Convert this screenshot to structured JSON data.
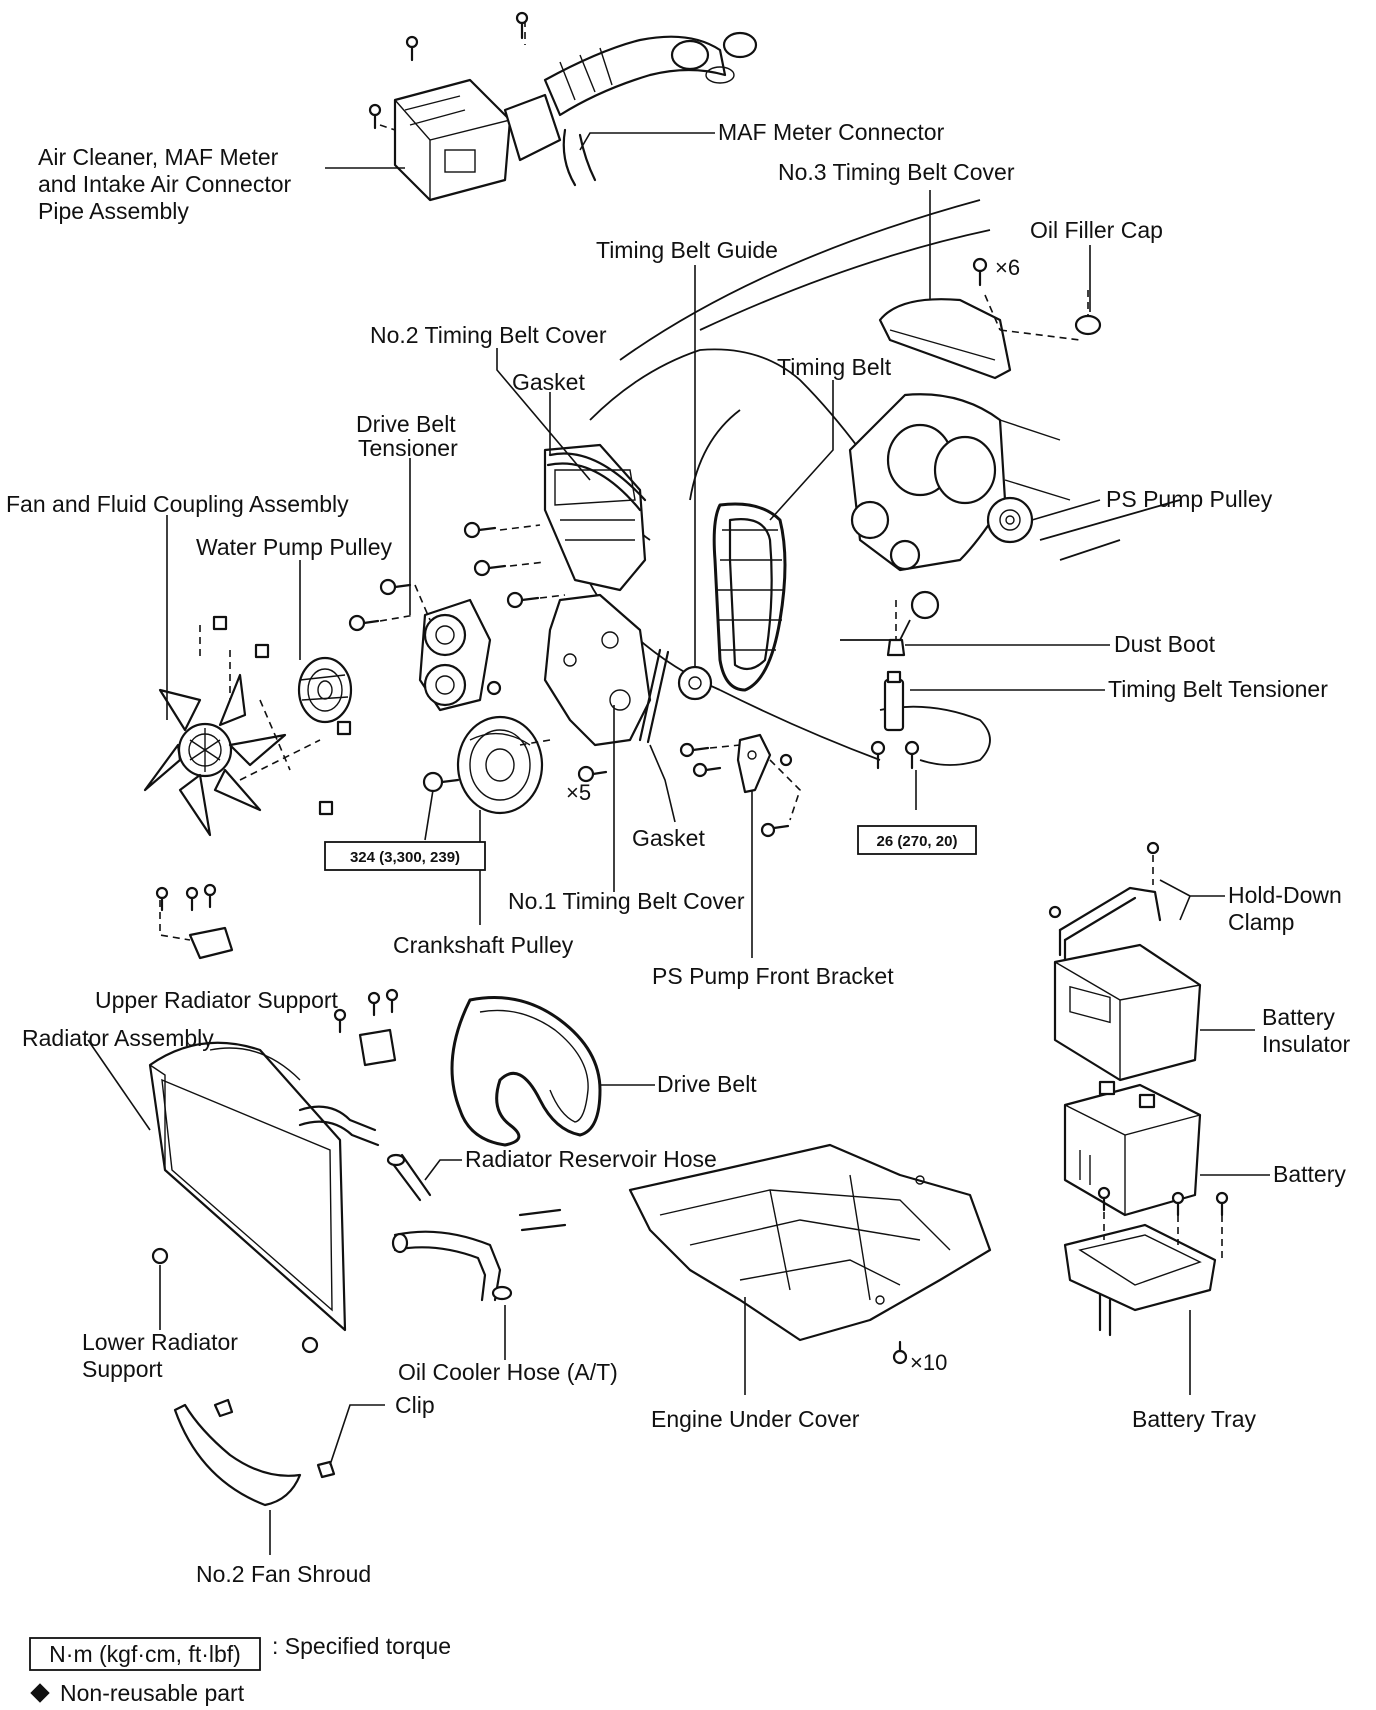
{
  "labels": {
    "air_cleaner": [
      "Air Cleaner, MAF Meter",
      "and Intake Air Connector",
      "Pipe Assembly"
    ],
    "maf_connector": "MAF Meter Connector",
    "timing_cover_3": "No.3 Timing Belt Cover",
    "oil_filler_cap": "Oil Filler Cap",
    "timing_belt_guide": "Timing Belt Guide",
    "timing_cover_2": "No.2 Timing Belt Cover",
    "gasket_upper": "Gasket",
    "timing_belt": "Timing Belt",
    "drive_belt_tensioner": [
      "Drive Belt",
      "Tensioner"
    ],
    "fan_coupling": "Fan and Fluid Coupling Assembly",
    "water_pump_pulley": "Water Pump Pulley",
    "ps_pump_pulley": "PS Pump Pulley",
    "dust_boot": "Dust Boot",
    "timing_belt_tensioner": "Timing Belt Tensioner",
    "gasket_lower": "Gasket",
    "timing_cover_1": "No.1 Timing Belt Cover",
    "crankshaft_pulley": "Crankshaft Pulley",
    "ps_pump_front_bracket": "PS Pump Front Bracket",
    "hold_down_clamp": [
      "Hold-Down",
      "Clamp"
    ],
    "upper_radiator_support": "Upper Radiator Support",
    "radiator_assembly": "Radiator Assembly",
    "drive_belt": "Drive Belt",
    "battery_insulator": [
      "Battery",
      "Insulator"
    ],
    "radiator_reservoir_hose": "Radiator Reservoir Hose",
    "battery": "Battery",
    "lower_radiator_support": [
      "Lower Radiator",
      "Support"
    ],
    "oil_cooler_hose": "Oil Cooler Hose (A/T)",
    "clip": "Clip",
    "engine_under_cover": "Engine Under Cover",
    "battery_tray": "Battery Tray",
    "fan_shroud_2": "No.2 Fan Shroud"
  },
  "quantities": {
    "timing_cover_bolts": "×6",
    "pulley_bolts": "×5",
    "under_cover_bolts": "×10"
  },
  "torques": {
    "crankshaft_bolt": "324 (3,300, 239)",
    "tensioner_bolt": "26 (270, 20)"
  },
  "legend": {
    "torque_unit": "N·m (kgf·cm, ft·lbf)",
    "torque_desc": ": Specified torque",
    "non_reusable": "Non-reusable part"
  }
}
